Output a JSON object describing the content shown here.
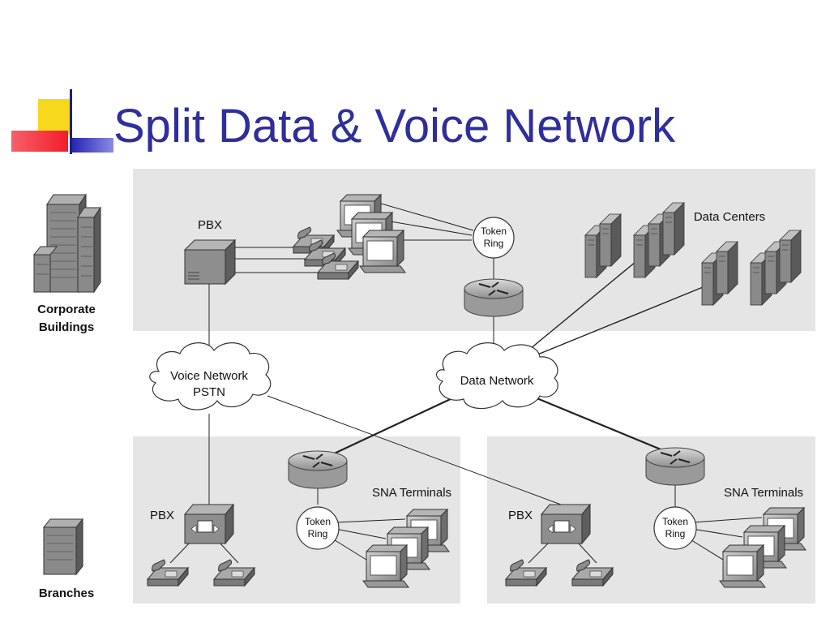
{
  "slide": {
    "title": "Split Data & Voice Network"
  },
  "diagram": {
    "corporate": {
      "label_line1": "Corporate",
      "label_line2": "Buildings",
      "pbx": "PBX",
      "token_ring_line1": "Token",
      "token_ring_line2": "Ring",
      "data_centers": "Data Centers"
    },
    "clouds": {
      "voice_line1": "Voice Network",
      "voice_line2": "PSTN",
      "data": "Data Network"
    },
    "branches": {
      "label": "Branches",
      "left": {
        "pbx": "PBX",
        "sna": "SNA Terminals",
        "token_ring_line1": "Token",
        "token_ring_line2": "Ring"
      },
      "right": {
        "pbx": "PBX",
        "sna": "SNA Terminals",
        "token_ring_line1": "Token",
        "token_ring_line2": "Ring"
      }
    }
  }
}
